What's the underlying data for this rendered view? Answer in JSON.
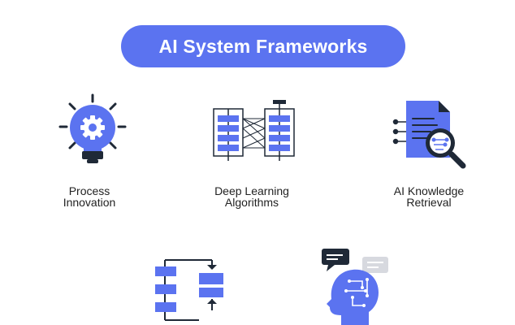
{
  "title": "AI System Frameworks",
  "colors": {
    "accent": "#5b73f0",
    "dark": "#1f2937",
    "light_gray": "#d7d9df",
    "white": "#ffffff"
  },
  "items": [
    {
      "icon": "lightbulb-gear-icon",
      "label_line1": "Process",
      "label_line2": "Innovation"
    },
    {
      "icon": "flowchart-layers-icon",
      "label_line1": "Deep Learning",
      "label_line2": "Algorithms"
    },
    {
      "icon": "document-search-icon",
      "label_line1": "AI Knowledge",
      "label_line2": "Retrieval"
    },
    {
      "icon": "flow-blocks-icon",
      "label_line1": "",
      "label_line2": ""
    },
    {
      "icon": "ai-head-chat-icon",
      "label_line1": "",
      "label_line2": ""
    }
  ]
}
